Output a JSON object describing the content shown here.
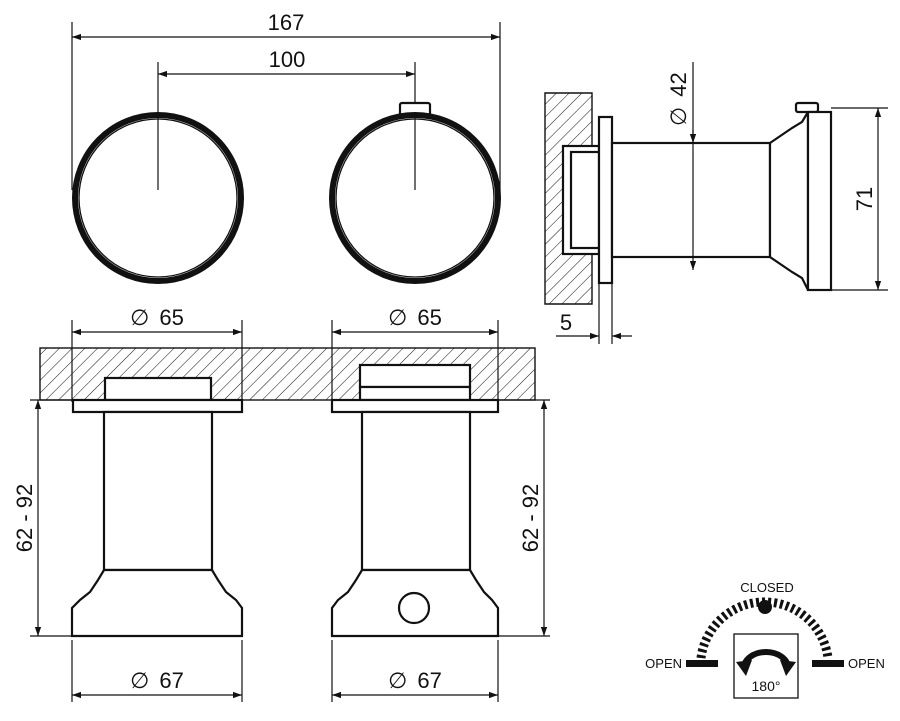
{
  "dimensions": {
    "overall_width": "167",
    "centers_distance": "100",
    "shaft_diameter": "42",
    "side_height": "71",
    "wall_gap": "5",
    "flange_left": "65",
    "flange_right": "65",
    "handle_base_left": "67",
    "handle_base_right": "67",
    "projection_left": "62 - 92",
    "projection_right": "62 - 92",
    "diameter_symbol": "∅"
  },
  "rotation_legend": {
    "closed_label": "CLOSED",
    "open_left_label": "OPEN",
    "open_right_label": "OPEN",
    "angle_label": "180°"
  }
}
